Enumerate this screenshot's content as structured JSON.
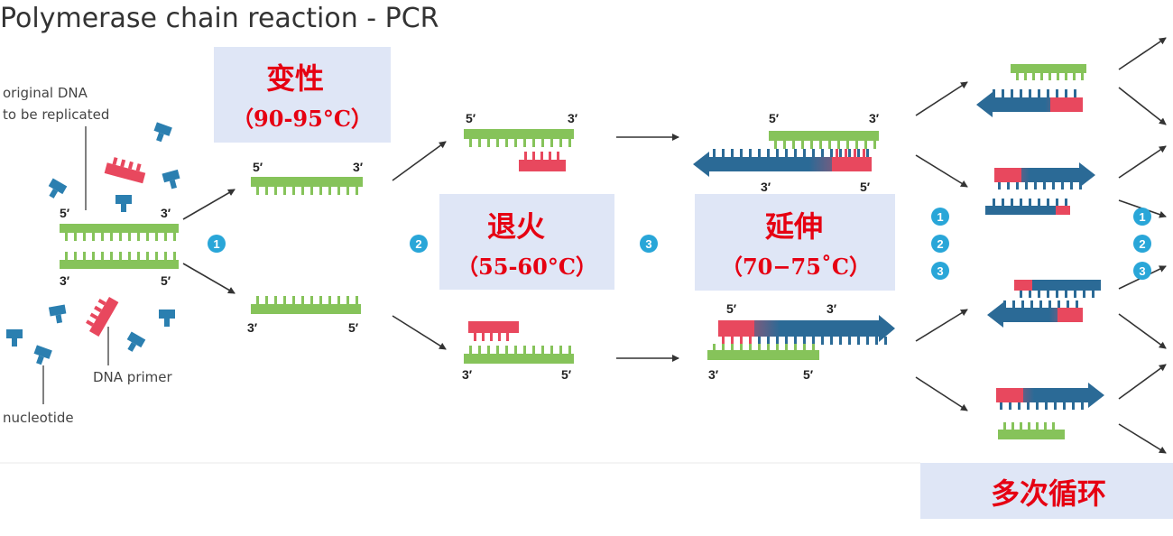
{
  "title": "Polymerase chain reaction - PCR",
  "labels": {
    "original_dna": [
      "original DNA",
      "to be replicated"
    ],
    "dna_primer": "DNA primer",
    "nucleotide": "nucleotide"
  },
  "ends": {
    "five": "5′",
    "three": "3′"
  },
  "steps": [
    "1",
    "2",
    "3"
  ],
  "boxes": {
    "denature": {
      "name": "变性",
      "temp": "（90-95°C）"
    },
    "anneal": {
      "name": "退火",
      "temp": "（55-60°C）"
    },
    "extend": {
      "name": "延伸",
      "temp": "（70−75˚C）"
    },
    "cycles": {
      "name": "多次循环"
    }
  },
  "colors": {
    "template_strand": "#86c35a",
    "primer": "#e8485e",
    "new_strand": "#2b6a96",
    "step_circle": "#29a6d8",
    "label_box": "#dfe6f6",
    "label_text": "#e60012"
  }
}
